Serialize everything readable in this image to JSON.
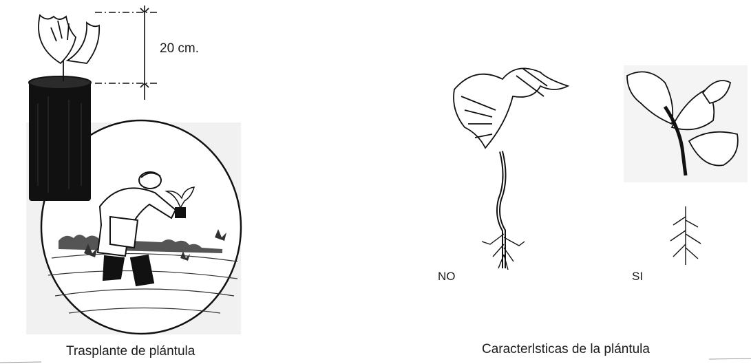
{
  "transplant": {
    "dimension_label": "20 cm.",
    "caption": "Trasplante de plántula"
  },
  "seedling": {
    "no_label": "NO",
    "si_label": "SI",
    "caption": "Caracterlsticas de la plántula"
  },
  "colors": {
    "ink": "#1a1a1a",
    "paper": "#ffffff",
    "shade": "#2b2b2b"
  }
}
